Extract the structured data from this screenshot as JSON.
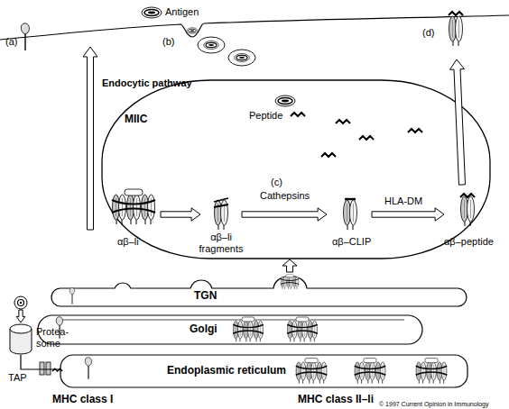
{
  "diagram": {
    "nodes": [
      {
        "text": [
          "MIIC"
        ]
      },
      {
        "text": [
          "TGN"
        ]
      },
      {
        "text": [
          "Golgi"
        ]
      },
      {
        "text": [
          "Endoplasmic reticulum"
        ]
      },
      {
        "text": [
          "Protea- some"
        ]
      }
    ],
    "edges": [
      {
        "from": 1,
        "to": 0,
        "arrow": "to"
      },
      {
        "from": 4,
        "to": 3,
        "arrow": "none"
      }
    ],
    "labels": [
      "Antigen",
      "(a)",
      "(b)",
      "(c)",
      "(d)",
      "Endocytic pathway",
      "Peptide",
      "αβ–li",
      "αβ–li fragments",
      "Cathepsins",
      "αβ–CLIP",
      "HLA-DM",
      "αβ–peptide",
      "TAP",
      "MHC class I",
      "MHC class II–li",
      "© 1997 Current Opinion in Immunology"
    ]
  }
}
